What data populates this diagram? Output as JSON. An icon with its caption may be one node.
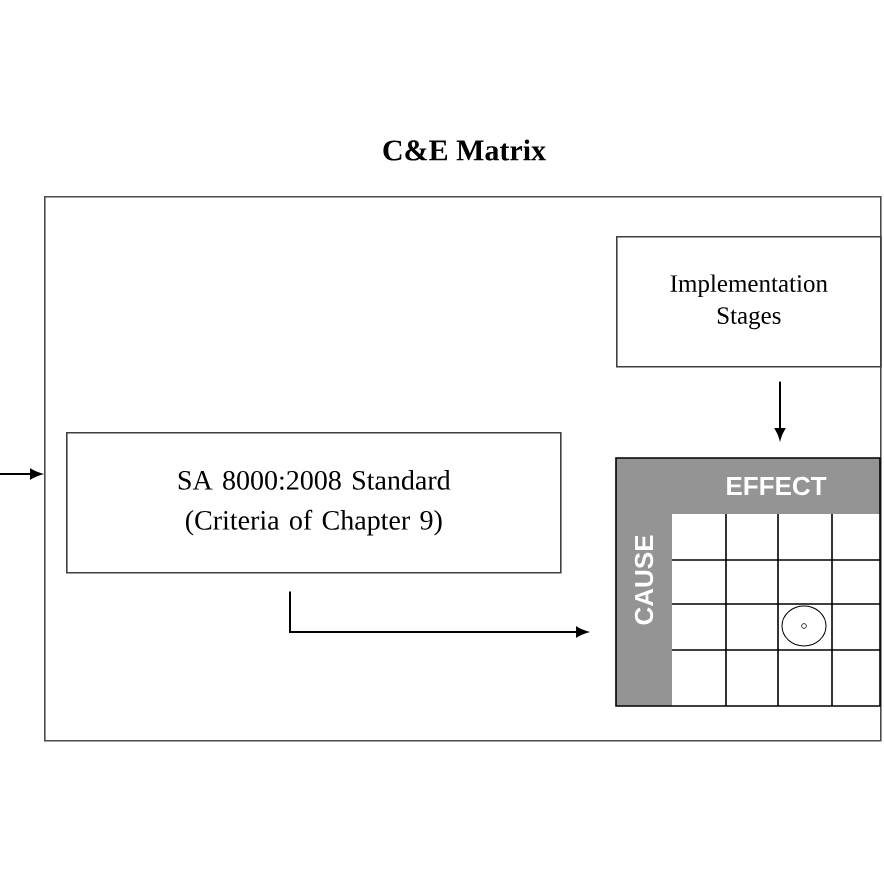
{
  "diagram": {
    "nodes": [
      {
        "text": [
          "C&E Matrix"
        ]
      },
      {
        "text": [
          "Implementation Stages"
        ],
        "in": 0
      },
      {
        "text": [
          "SA 8000:2008 Standard (Criteria of Chapter 9)"
        ],
        "in": 0
      },
      {
        "text": [
          "EFFECT",
          "CAUSE"
        ],
        "in": 0
      }
    ],
    "edges": [
      {
        "from": null,
        "to": 0,
        "arrow": "to"
      },
      {
        "from": 1,
        "to": 3,
        "arrow": "to"
      },
      {
        "from": 2,
        "to": 3,
        "arrow": "to"
      }
    ]
  }
}
